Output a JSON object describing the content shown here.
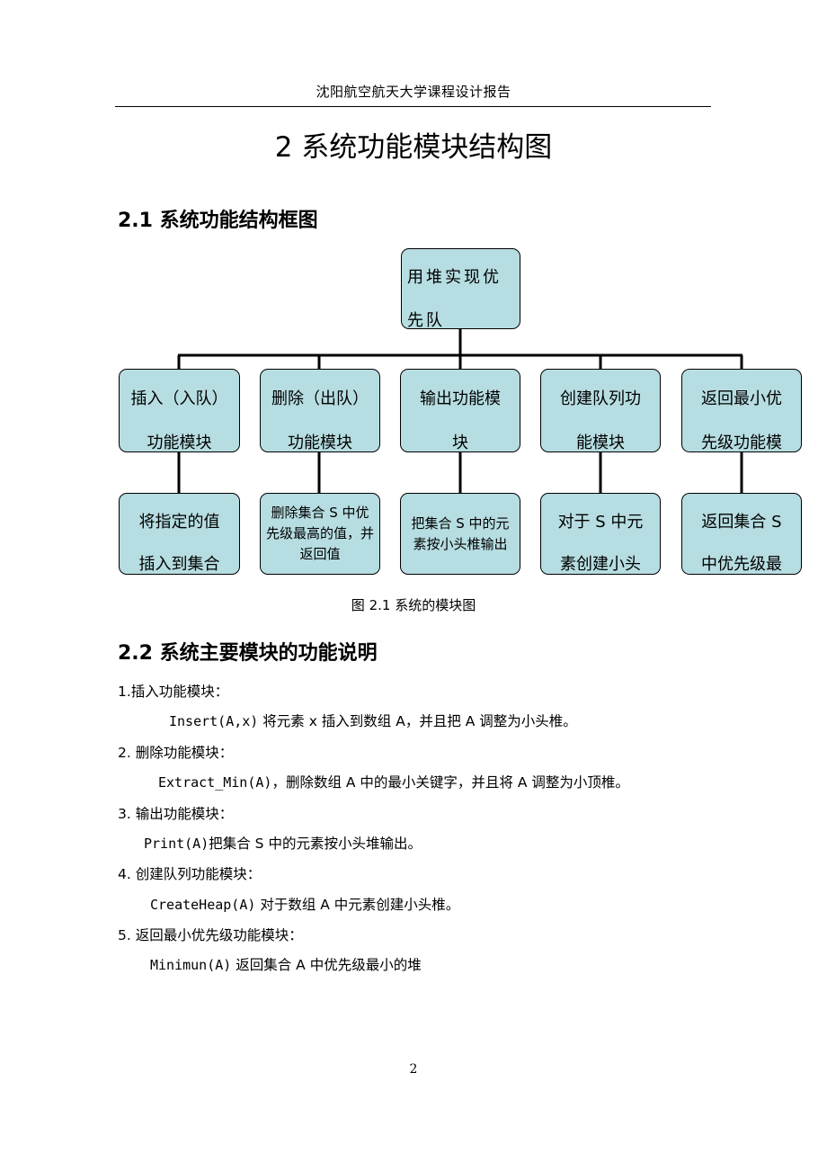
{
  "header": {
    "title": "沈阳航空航天大学课程设计报告"
  },
  "chapter": {
    "title": "2  系统功能模块结构图"
  },
  "section1": {
    "title": "2.1  系统功能结构框图"
  },
  "diagram": {
    "root": {
      "line1": "用堆实现优",
      "line2": "先队"
    },
    "modules": [
      {
        "line1": "插入（入队）",
        "line2": "功能模块"
      },
      {
        "line1": "删除（出队）",
        "line2": "功能模块"
      },
      {
        "line1": "输出功能模",
        "line2": "块"
      },
      {
        "line1": "创建队列功",
        "line2": "能模块"
      },
      {
        "line1": "返回最小优",
        "line2": "先级功能模"
      }
    ],
    "details": [
      {
        "line1": "将指定的值",
        "line2": "插入到集合"
      },
      {
        "text": "删除集合 S 中优先级最高的值，并返回值"
      },
      {
        "text": "把集合 S 中的元素按小头椎输出"
      },
      {
        "line1": "对于 S 中元",
        "line2": "素创建小头"
      },
      {
        "line1": "返回集合 S",
        "line2": "中优先级最"
      }
    ],
    "colors": {
      "box_fill": "#b6dde1",
      "stroke": "#000000"
    }
  },
  "caption": "图 2.1 系统的模块图",
  "section2": {
    "title": "2.2  系统主要模块的功能说明"
  },
  "items": [
    {
      "heading": "1.插入功能模块：",
      "code": "Insert(A,x)",
      "desc": " 将元素 x 插入到数组 A，并且把 A 调整为小头椎。"
    },
    {
      "heading": "2.  删除功能模块：",
      "code": "Extract_Min(A)",
      "desc": "，删除数组 A 中的最小关键字，并且将 A 调整为小顶椎。"
    },
    {
      "heading": "3.  输出功能模块：",
      "code": "Print(A)",
      "desc": "把集合 S 中的元素按小头堆输出。"
    },
    {
      "heading": "4.  创建队列功能模块：",
      "code": "CreateHeap(A)",
      "desc": " 对于数组 A 中元素创建小头椎。"
    },
    {
      "heading": "5.  返回最小优先级功能模块：",
      "code": "Minimun(A)",
      "desc": " 返回集合 A 中优先级最小的堆"
    }
  ],
  "page_number": "2"
}
